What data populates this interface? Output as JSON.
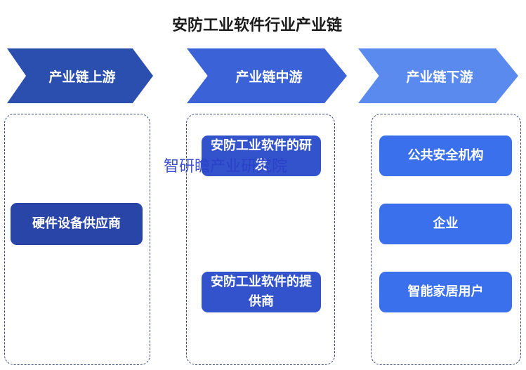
{
  "title": "安防工业软件行业产业链",
  "stages": {
    "upstream": "产业链上游",
    "midstream": "产业链中游",
    "downstream": "产业链下游"
  },
  "upstream_items": [
    "硬件设备供应商"
  ],
  "midstream_items": [
    "安防工业软件的研发",
    "安防工业软件的提供商"
  ],
  "downstream_items": [
    "公共安全机构",
    "企业",
    "智能家居用户"
  ],
  "watermark": "智研瞻产业研究院"
}
